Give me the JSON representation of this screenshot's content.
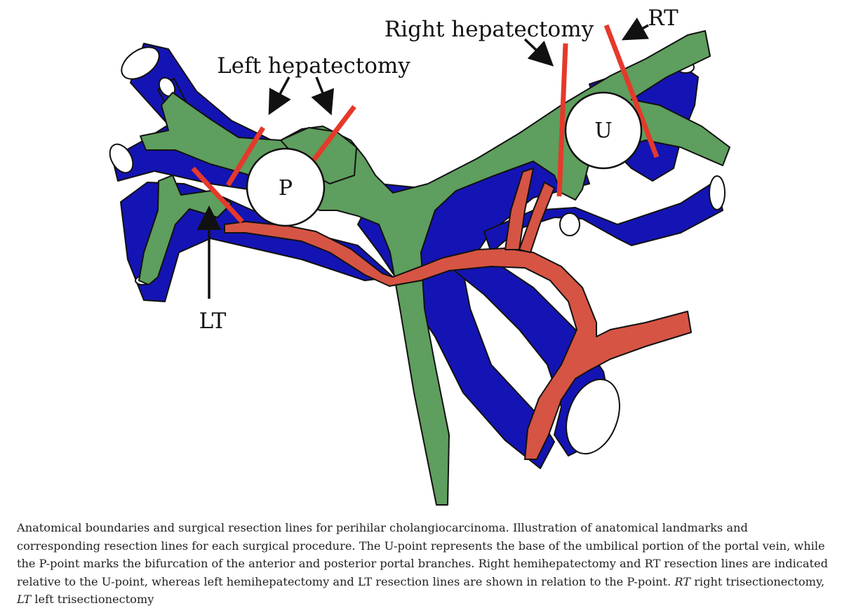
{
  "diagram": {
    "labels": {
      "left_hepatectomy": "Left hepatectomy",
      "right_hepatectomy": "Right hepatectomy",
      "rt": "RT",
      "lt": "LT",
      "p_point": "P",
      "u_point": "U"
    },
    "colors": {
      "portal_vein": "#1414b4",
      "bile_duct": "#5e9e5e",
      "hepatic_artery": "#d65444",
      "resection_line": "#e5392b",
      "outline": "#111111"
    }
  },
  "caption": {
    "part1": "Anatomical boundaries and surgical resection lines for perihilar cholangiocarcinoma. Illustration of anatomical landmarks and corresponding resection lines for each surgical procedure. The U-point represents the base of the umbilical portion of the portal vein, while the P-point marks the bifurcation of the anterior and posterior portal branches. Right hemihepatectomy and RT resection lines are indicated relative to the U-point, whereas left hemihepatectomy and LT resection lines are shown in relation to the P-point. ",
    "abbr_rt": "RT",
    "def_rt": " right trisectionectomy, ",
    "abbr_lt": "LT",
    "def_lt": " left trisectionectomy"
  }
}
